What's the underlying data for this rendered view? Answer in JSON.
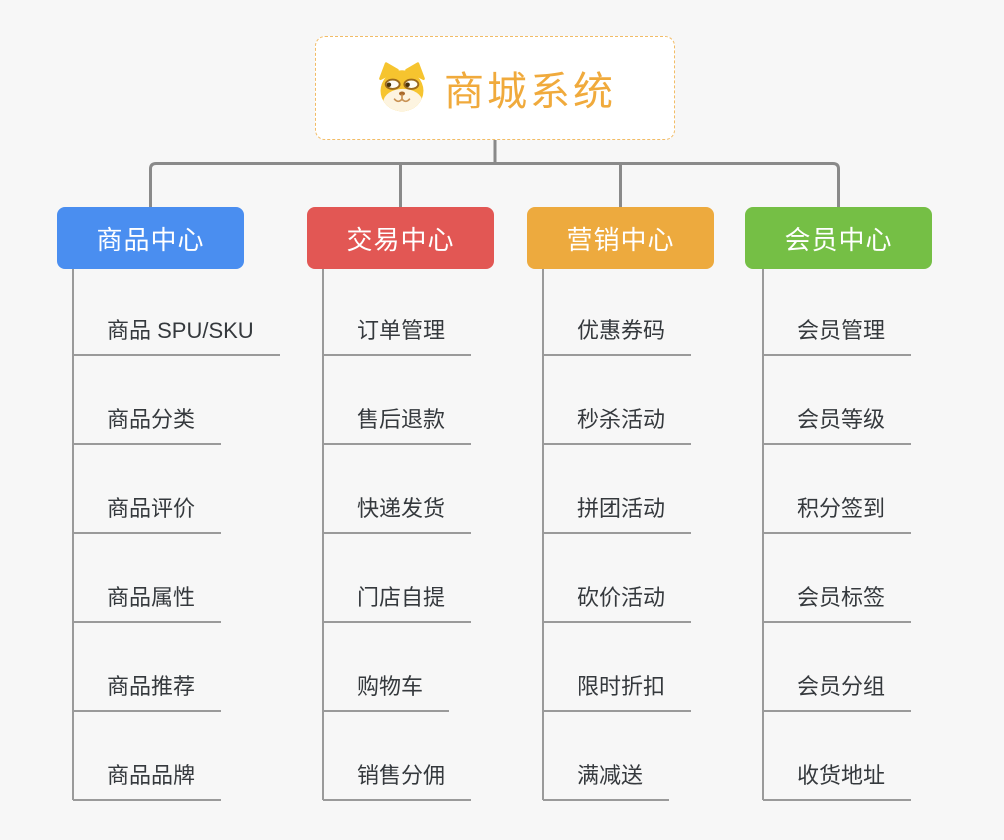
{
  "root": {
    "title": "商城系统",
    "icon": "dog-icon",
    "title_color": "#f0aa3c",
    "border_color": "#f2bc66"
  },
  "branches": [
    {
      "label": "商品中心",
      "color": "#4a8ef0",
      "items": [
        "商品 SPU/SKU",
        "商品分类",
        "商品评价",
        "商品属性",
        "商品推荐",
        "商品品牌"
      ]
    },
    {
      "label": "交易中心",
      "color": "#e25754",
      "items": [
        "订单管理",
        "售后退款",
        "快递发货",
        "门店自提",
        "购物车",
        "销售分佣"
      ]
    },
    {
      "label": "营销中心",
      "color": "#edaa3e",
      "items": [
        "优惠券码",
        "秒杀活动",
        "拼团活动",
        "砍价活动",
        "限时折扣",
        "满减送"
      ]
    },
    {
      "label": "会员中心",
      "color": "#75bf45",
      "items": [
        "会员管理",
        "会员等级",
        "积分签到",
        "会员标签",
        "会员分组",
        "收货地址"
      ]
    }
  ],
  "connector_color": "#8a8a8a",
  "underline_color": "#9a9a9a",
  "background_color": "#f7f7f7"
}
